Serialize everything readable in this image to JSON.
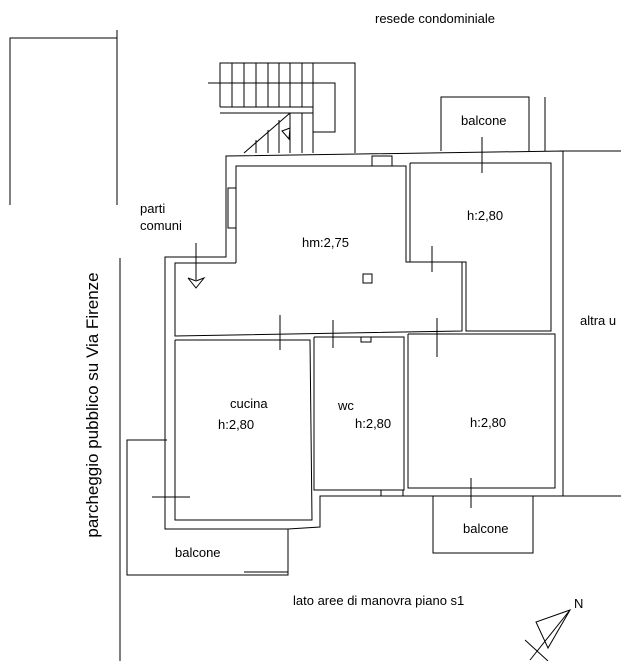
{
  "labels": {
    "resede": "resede condominiale",
    "parti_comuni_1": "parti",
    "parti_comuni_2": "comuni",
    "parcheggio": "parcheggio pubblico su Via Firenze",
    "hall_height": "hm:2,75",
    "room_ne_height": "h:2,80",
    "altra": "altra u",
    "cucina": "cucina",
    "cucina_height": "h:2,80",
    "wc": "wc",
    "wc_height": "h:2,80",
    "room_se_height": "h:2,80",
    "balcone_top": "balcone",
    "balcone_bottom_right": "balcone",
    "balcone_bottom_left": "balcone",
    "lato": "lato aree di manovra piano s1",
    "north": "N"
  }
}
